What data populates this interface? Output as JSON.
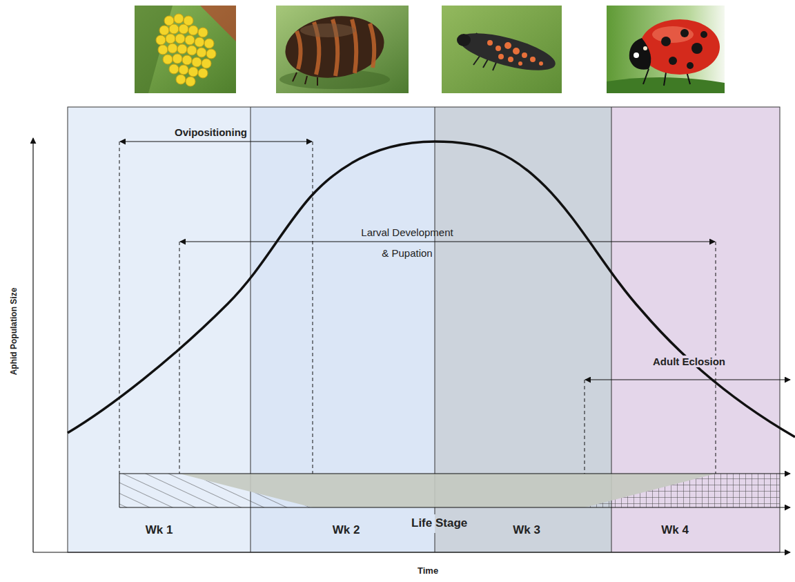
{
  "diagram": {
    "nodes": [
      {
        "text": [
          "Wk 1"
        ]
      },
      {
        "text": [
          "Wk 2"
        ]
      },
      {
        "text": [
          "Wk 3"
        ]
      },
      {
        "text": [
          "Wk 4"
        ]
      },
      {
        "text": [
          "Life Stage"
        ]
      }
    ],
    "labels": [
      "Ovipositioning",
      "Larval Development & Pupation",
      "Adult Eclosion",
      "Aphid Population Size",
      "Time"
    ]
  }
}
